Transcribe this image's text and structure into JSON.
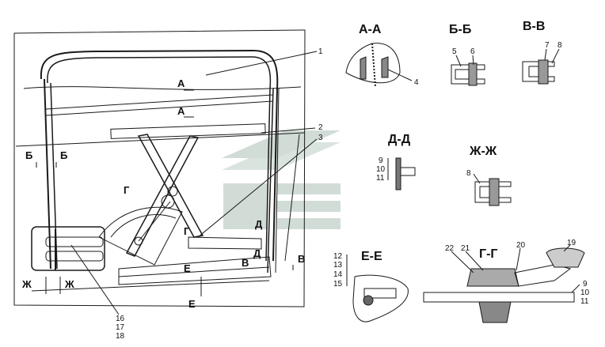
{
  "section_titles": {
    "aa": "А-А",
    "bb": "Б-Б",
    "vv": "В-В",
    "dd": "Д-Д",
    "zhzh": "Ж-Ж",
    "ee": "Е-Е",
    "gg": "Г-Г"
  },
  "cut_marks": {
    "a_top": "А",
    "a_bottom": "А",
    "b_left": "Б",
    "b_right": "Б",
    "g_upper": "Г",
    "g_lower": "Г",
    "d_upper": "Д",
    "d_lower": "Д",
    "v_left": "В",
    "v_right": "В",
    "e_upper": "Е",
    "e_lower": "Е",
    "zh_left": "Ж",
    "zh_right": "Ж"
  },
  "callouts": {
    "n1": "1",
    "n2": "2",
    "n3": "3",
    "n4": "4",
    "n5": "5",
    "n6": "6",
    "n7": "7",
    "n8": "8",
    "n8b": "8",
    "n9": "9",
    "n10": "10",
    "n11": "11",
    "n9b": "9",
    "n10b": "10",
    "n11b": "11",
    "n12": "12",
    "n13": "13",
    "n14": "14",
    "n15": "15",
    "n16": "16",
    "n17": "17",
    "n18": "18",
    "n19": "19",
    "n20": "20",
    "n21": "21",
    "n22": "22"
  },
  "colors": {
    "ink": "#1a1a1a",
    "watermark": "#c9d7cf"
  }
}
